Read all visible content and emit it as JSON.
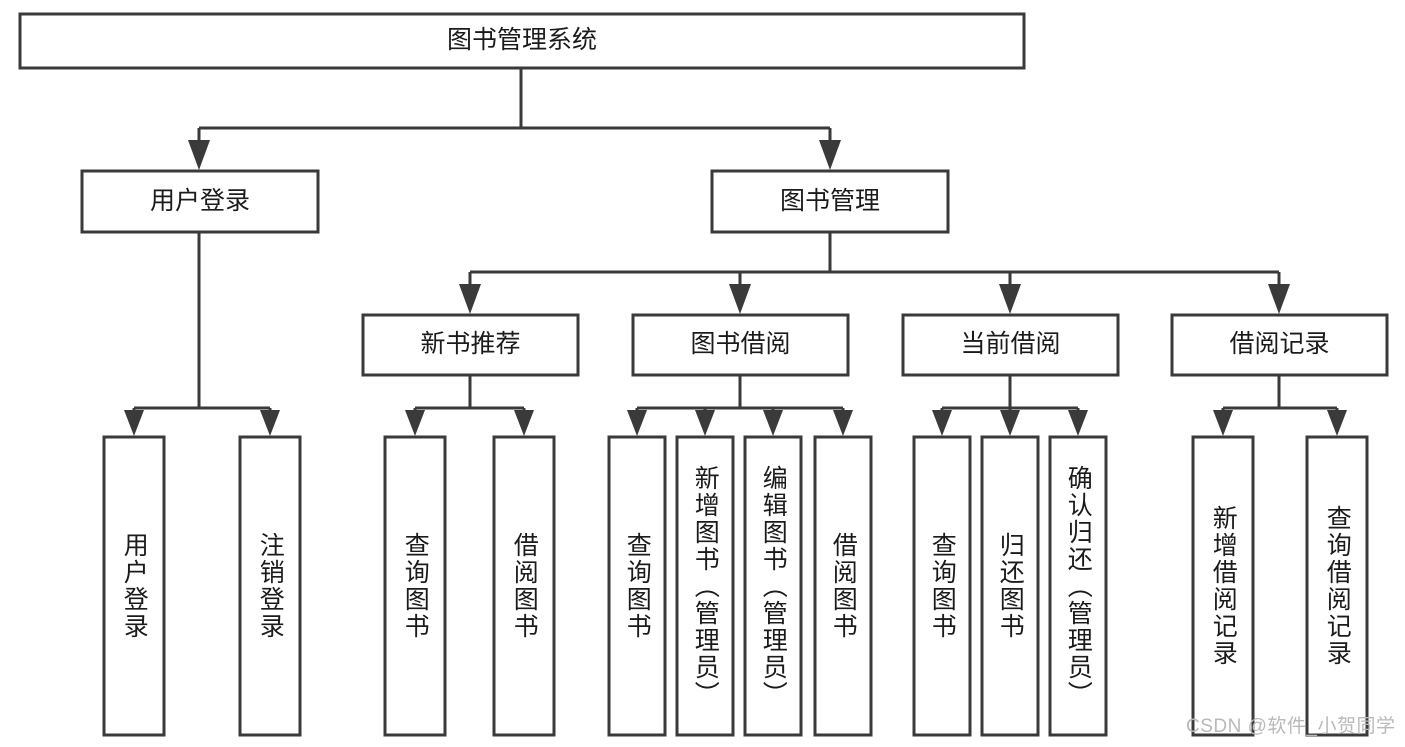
{
  "diagram": {
    "type": "tree-hierarchy-chart",
    "title": "图书管理系统",
    "colors": {
      "stroke": "#3a3a3a",
      "fill": "#ffffff",
      "text": "#1b1b1b",
      "watermark": "#b9b9b9",
      "background": "#ffffff"
    },
    "levels": [
      {
        "level": 1,
        "nodes": [
          {
            "id": "root",
            "label": "图书管理系统",
            "orientation": "horizontal"
          }
        ]
      },
      {
        "level": 2,
        "nodes": [
          {
            "id": "user-login",
            "label": "用户登录",
            "orientation": "horizontal",
            "parent": "root"
          },
          {
            "id": "book-manage",
            "label": "图书管理",
            "orientation": "horizontal",
            "parent": "root"
          }
        ]
      },
      {
        "level": 3,
        "nodes": [
          {
            "id": "new-book-recommend",
            "label": "新书推荐",
            "orientation": "horizontal",
            "parent": "book-manage"
          },
          {
            "id": "book-borrow",
            "label": "图书借阅",
            "orientation": "horizontal",
            "parent": "book-manage"
          },
          {
            "id": "current-borrow",
            "label": "当前借阅",
            "orientation": "horizontal",
            "parent": "book-manage"
          },
          {
            "id": "borrow-record",
            "label": "借阅记录",
            "orientation": "horizontal",
            "parent": "book-manage"
          }
        ]
      },
      {
        "level": 4,
        "nodes": [
          {
            "id": "leaf-user-login",
            "label": "用户登录",
            "orientation": "vertical",
            "parent": "user-login"
          },
          {
            "id": "leaf-logout",
            "label": "注销登录",
            "orientation": "vertical",
            "parent": "user-login"
          },
          {
            "id": "leaf-query-book-1",
            "label": "查询图书",
            "orientation": "vertical",
            "parent": "new-book-recommend"
          },
          {
            "id": "leaf-borrow-book-1",
            "label": "借阅图书",
            "orientation": "vertical",
            "parent": "new-book-recommend"
          },
          {
            "id": "leaf-query-book-2",
            "label": "查询图书",
            "orientation": "vertical",
            "parent": "book-borrow"
          },
          {
            "id": "leaf-add-book",
            "label": "新增图书（管理员）",
            "orientation": "vertical",
            "parent": "book-borrow"
          },
          {
            "id": "leaf-edit-book",
            "label": "编辑图书（管理员）",
            "orientation": "vertical",
            "parent": "book-borrow"
          },
          {
            "id": "leaf-borrow-book-2",
            "label": "借阅图书",
            "orientation": "vertical",
            "parent": "book-borrow"
          },
          {
            "id": "leaf-query-book-3",
            "label": "查询图书",
            "orientation": "vertical",
            "parent": "current-borrow"
          },
          {
            "id": "leaf-return-book",
            "label": "归还图书",
            "orientation": "vertical",
            "parent": "current-borrow"
          },
          {
            "id": "leaf-confirm-return",
            "label": "确认归还（管理员）",
            "orientation": "vertical",
            "parent": "current-borrow"
          },
          {
            "id": "leaf-add-record",
            "label": "新增借阅记录",
            "orientation": "vertical",
            "parent": "borrow-record"
          },
          {
            "id": "leaf-query-record",
            "label": "查询借阅记录",
            "orientation": "vertical",
            "parent": "borrow-record"
          }
        ]
      }
    ],
    "watermark": "CSDN @软件_小贺同学"
  }
}
